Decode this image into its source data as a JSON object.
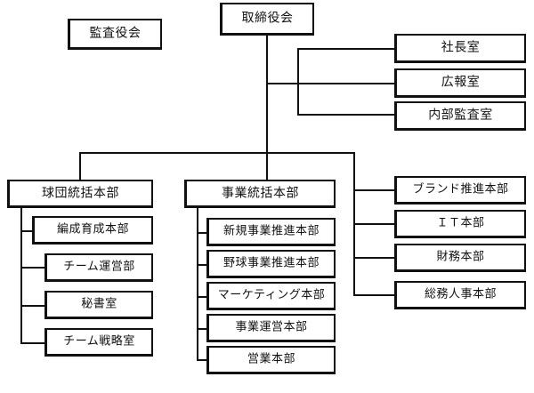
{
  "chart_data": {
    "type": "diagram",
    "title": "",
    "diagram_kind": "organization-chart",
    "orientation": "top-down-with-side-branches",
    "nodes": [
      {
        "id": "kansayakukai",
        "label": "監査役会",
        "level": 0,
        "parent": null
      },
      {
        "id": "torishimariyakukai",
        "label": "取締役会",
        "level": 0,
        "parent": null
      },
      {
        "id": "shachoshitsu",
        "label": "社長室",
        "level": 1,
        "parent": "torishimariyakukai"
      },
      {
        "id": "kohoshitsu",
        "label": "広報室",
        "level": 1,
        "parent": "torishimariyakukai"
      },
      {
        "id": "naibukansashitsu",
        "label": "内部監査室",
        "level": 1,
        "parent": "torishimariyakukai"
      },
      {
        "id": "kyudantokatsu",
        "label": "球団統括本部",
        "level": 1,
        "parent": "torishimariyakukai"
      },
      {
        "id": "hensei",
        "label": "編成育成本部",
        "level": 2,
        "parent": "kyudantokatsu"
      },
      {
        "id": "teamunei",
        "label": "チーム運営部",
        "level": 2,
        "parent": "kyudantokatsu"
      },
      {
        "id": "hishoshitsu",
        "label": "秘書室",
        "level": 2,
        "parent": "kyudantokatsu"
      },
      {
        "id": "teamsenryaku",
        "label": "チーム戦略室",
        "level": 2,
        "parent": "kyudantokatsu"
      },
      {
        "id": "jigyotokatsu",
        "label": "事業統括本部",
        "level": 1,
        "parent": "torishimariyakukai"
      },
      {
        "id": "shinkijigyo",
        "label": "新規事業推進本部",
        "level": 2,
        "parent": "jigyotokatsu"
      },
      {
        "id": "yakyujigyo",
        "label": "野球事業推進本部",
        "level": 2,
        "parent": "jigyotokatsu"
      },
      {
        "id": "marketing",
        "label": "マーケティング本部",
        "level": 2,
        "parent": "jigyotokatsu"
      },
      {
        "id": "jigyounei",
        "label": "事業運営本部",
        "level": 2,
        "parent": "jigyotokatsu"
      },
      {
        "id": "eigyo",
        "label": "営業本部",
        "level": 2,
        "parent": "jigyotokatsu"
      },
      {
        "id": "brand",
        "label": "ブランド推進本部",
        "level": 1,
        "parent": "torishimariyakukai"
      },
      {
        "id": "it",
        "label": "ＩＴ本部",
        "level": 1,
        "parent": "torishimariyakukai"
      },
      {
        "id": "zaimu",
        "label": "財務本部",
        "level": 1,
        "parent": "torishimariyakukai"
      },
      {
        "id": "somujinji",
        "label": "総務人事本部",
        "level": 1,
        "parent": "torishimariyakukai"
      }
    ],
    "colors": {
      "line": "#111111",
      "box_border": "#111111",
      "box_fill": "#ffffff",
      "text": "#111111"
    }
  },
  "top": {
    "audit_board": "監査役会",
    "board_of_directors": "取締役会"
  },
  "staff_offices": {
    "presidents_office": "社長室",
    "public_relations_office": "広報室",
    "internal_audit_office": "内部監査室"
  },
  "ballclub": {
    "header": "球団統括本部",
    "children": [
      "編成育成本部",
      "チーム運営部",
      "秘書室",
      "チーム戦略室"
    ]
  },
  "business": {
    "header": "事業統括本部",
    "children": [
      "新規事業推進本部",
      "野球事業推進本部",
      "マーケティング本部",
      "事業運営本部",
      "営業本部"
    ]
  },
  "corporate": {
    "divisions": [
      "ブランド推進本部",
      "ＩＴ本部",
      "財務本部",
      "総務人事本部"
    ]
  }
}
